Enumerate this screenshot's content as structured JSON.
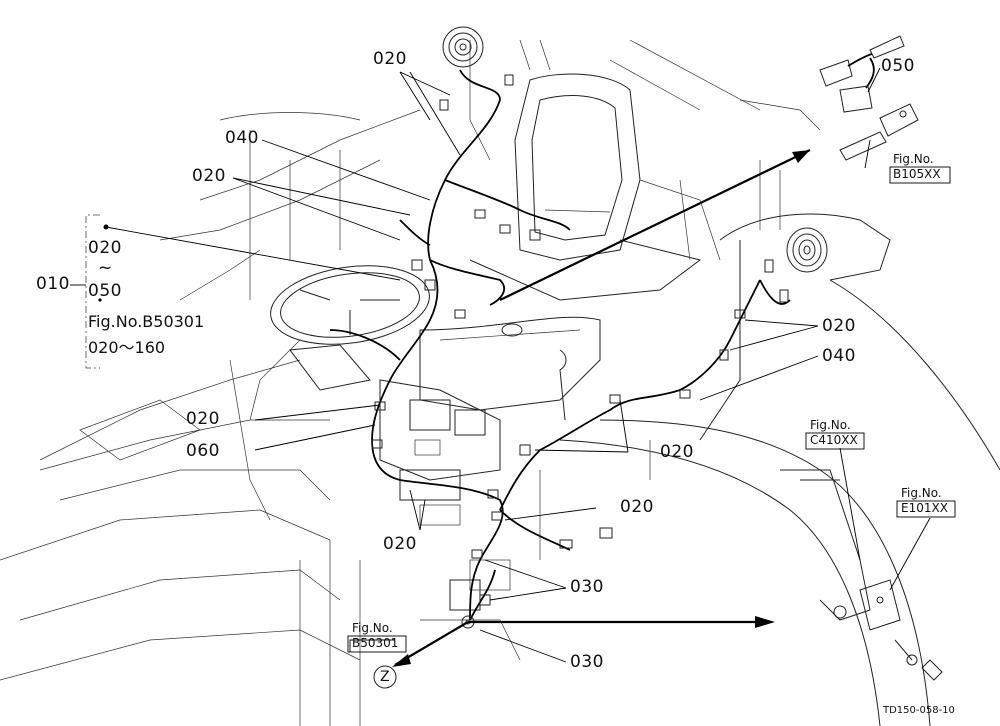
{
  "diagram": {
    "drawing_code": "TD150-058-10",
    "group_bracket": {
      "item": "010",
      "range_top": "020",
      "tilde": "~",
      "range_bottom": "050",
      "fig_ref": "Fig.No.B50301",
      "fig_range": "020～160"
    },
    "part_labels": [
      {
        "id": "l020a",
        "text": "020"
      },
      {
        "id": "l040a",
        "text": "040"
      },
      {
        "id": "l020b",
        "text": "020"
      },
      {
        "id": "l020c",
        "text": "020"
      },
      {
        "id": "l060",
        "text": "060"
      },
      {
        "id": "l020d",
        "text": "020"
      },
      {
        "id": "l020e",
        "text": "020"
      },
      {
        "id": "l040b",
        "text": "040"
      },
      {
        "id": "l020f",
        "text": "020"
      },
      {
        "id": "l020g",
        "text": "020"
      },
      {
        "id": "l030a",
        "text": "030"
      },
      {
        "id": "l030b",
        "text": "030"
      },
      {
        "id": "l050",
        "text": "050"
      }
    ],
    "fig_refs": [
      {
        "id": "B105XX",
        "line1": "Fig.No.",
        "line2": "B105XX"
      },
      {
        "id": "C410XX",
        "line1": "Fig.No.",
        "line2": "C410XX"
      },
      {
        "id": "E101XX",
        "line1": "Fig.No.",
        "line2": "E101XX"
      },
      {
        "id": "B50301",
        "line1": "Fig.No.",
        "line2": "B50301"
      }
    ],
    "view_marker": "Z"
  }
}
